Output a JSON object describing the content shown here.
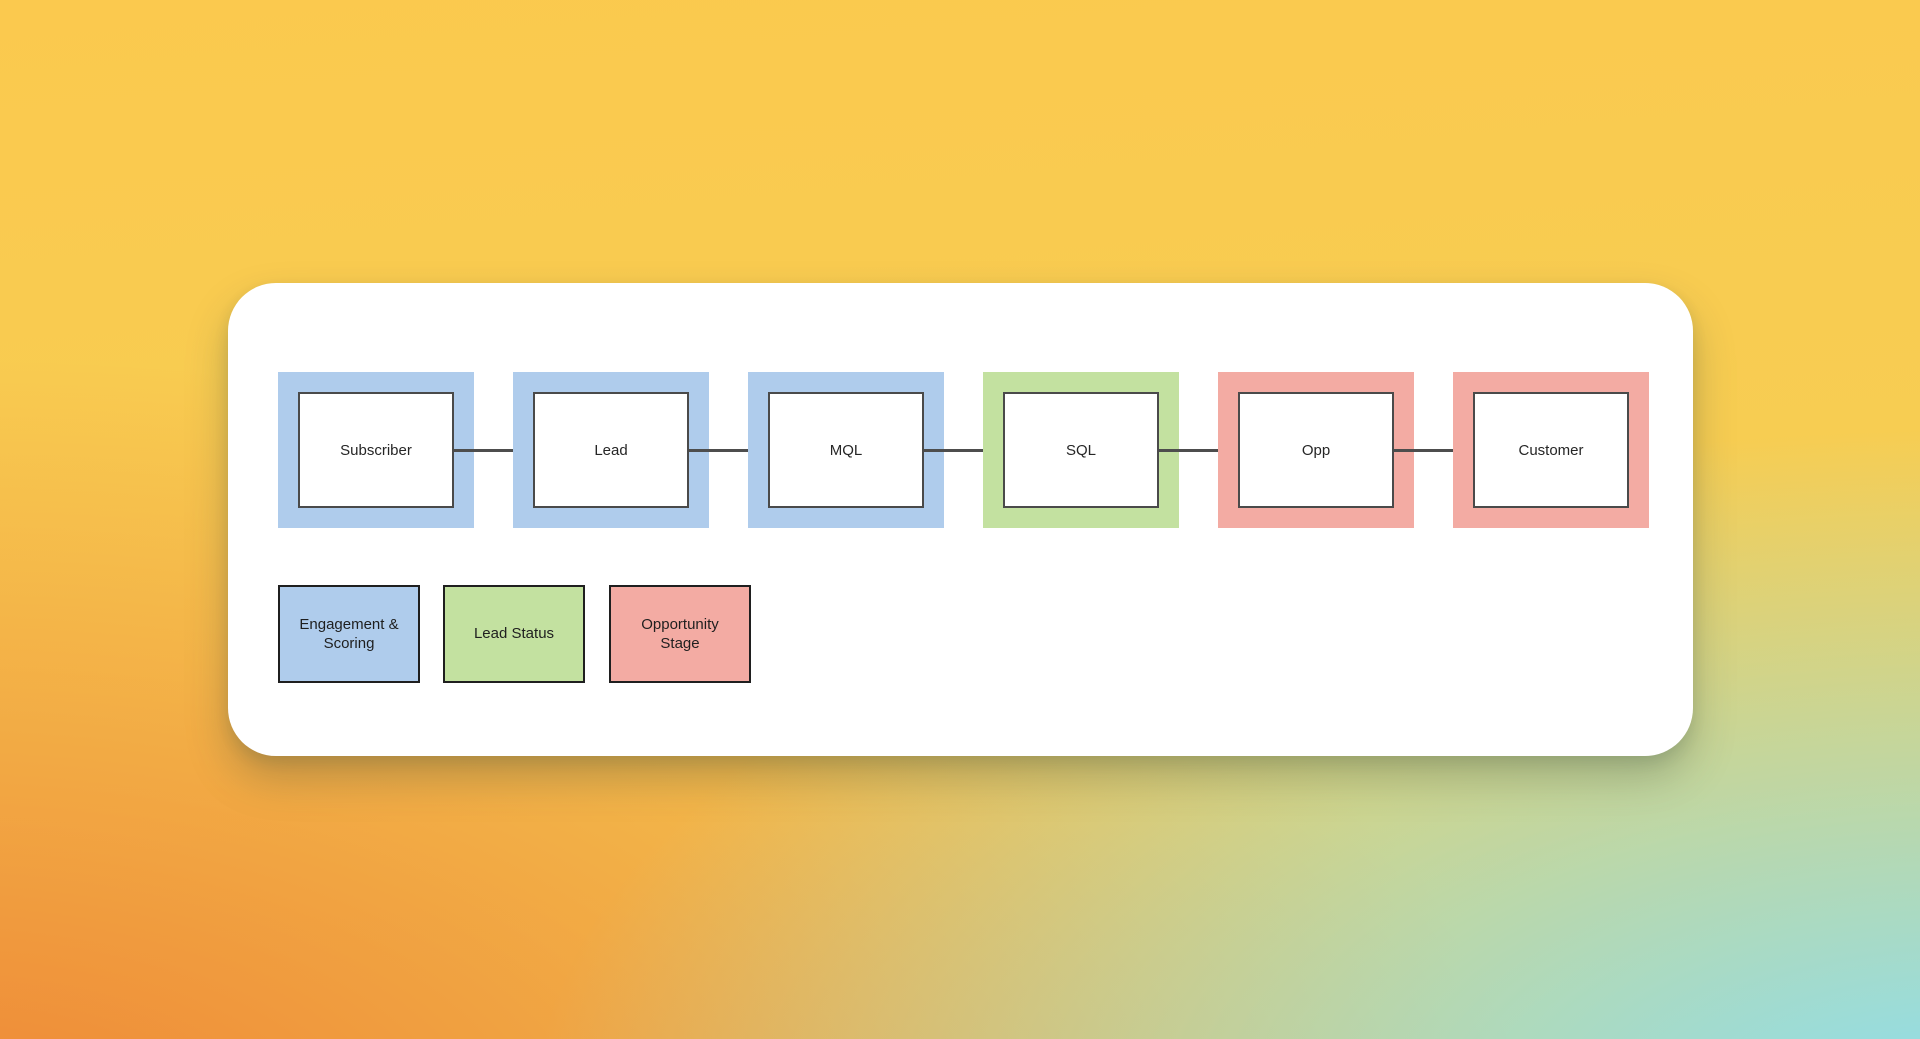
{
  "canvas": {
    "background_gradient": {
      "top_left": "#fbc94e",
      "bottom_left": "#ee8334",
      "top_right": "#f0d45a",
      "bottom_right": "#8adef2"
    },
    "card_color": "#ffffff"
  },
  "colors": {
    "engagement": "#afccec",
    "lead_status": "#c3e1a0",
    "opportunity": "#f3aba3",
    "shape_border": "#4a4a4a",
    "legend_border": "#1f1f1f",
    "arrow": "#4d4d4d"
  },
  "funnel": {
    "stages": [
      {
        "id": "subscriber",
        "label": "Subscriber",
        "category": "engagement"
      },
      {
        "id": "lead",
        "label": "Lead",
        "category": "engagement"
      },
      {
        "id": "mql",
        "label": "MQL",
        "category": "engagement"
      },
      {
        "id": "sql",
        "label": "SQL",
        "category": "lead_status"
      },
      {
        "id": "opp",
        "label": "Opp",
        "category": "opportunity"
      },
      {
        "id": "customer",
        "label": "Customer",
        "category": "opportunity"
      }
    ],
    "connections": [
      {
        "from": "Subscriber",
        "to": "Lead"
      },
      {
        "from": "Lead",
        "to": "MQL"
      },
      {
        "from": "MQL",
        "to": "SQL"
      },
      {
        "from": "SQL",
        "to": "Opp"
      },
      {
        "from": "Opp",
        "to": "Customer"
      }
    ],
    "legend": [
      {
        "id": "engagement-scoring",
        "label": "Engagement & Scoring",
        "category": "engagement"
      },
      {
        "id": "lead-status",
        "label": "Lead Status",
        "category": "lead_status"
      },
      {
        "id": "opportunity-stage",
        "label": "Opportunity Stage",
        "category": "opportunity"
      }
    ]
  }
}
